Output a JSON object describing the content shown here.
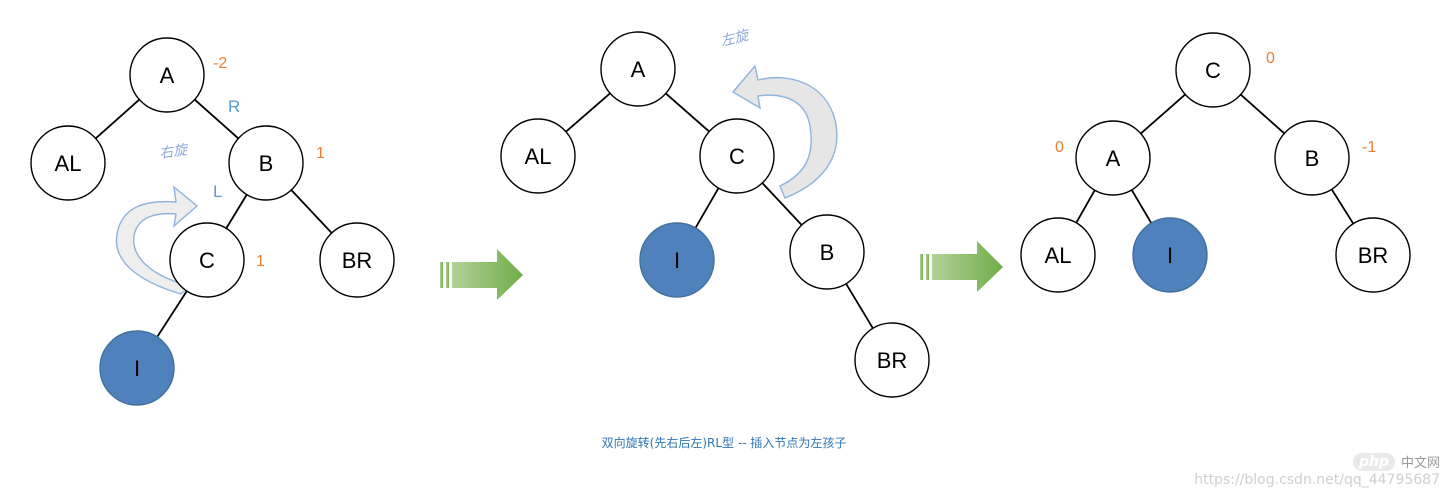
{
  "colors": {
    "node_fill": "#ffffff",
    "inserted_fill": "#4f81bd",
    "edge": "#000000",
    "balance_factor": "#ed7d31",
    "direction": "#5b9bd5",
    "rotation_label": "#8ea9db",
    "curved_arrow_stroke": "#5b9bd5",
    "curved_arrow_fill": "#eeeeee",
    "step_arrow": "#70ad47",
    "caption": "#2e75b6"
  },
  "panels": [
    {
      "nodes": [
        {
          "id": "A",
          "label": "A",
          "inserted": false
        },
        {
          "id": "AL",
          "label": "AL",
          "inserted": false
        },
        {
          "id": "B",
          "label": "B",
          "inserted": false
        },
        {
          "id": "C",
          "label": "C",
          "inserted": false
        },
        {
          "id": "BR",
          "label": "BR",
          "inserted": false
        },
        {
          "id": "I",
          "label": "I",
          "inserted": true
        }
      ],
      "edges": [
        [
          "A",
          "AL"
        ],
        [
          "A",
          "B"
        ],
        [
          "B",
          "C"
        ],
        [
          "B",
          "BR"
        ],
        [
          "C",
          "I"
        ]
      ],
      "balance_factors": [
        {
          "node": "A",
          "value": "-2"
        },
        {
          "node": "B",
          "value": "1"
        },
        {
          "node": "C",
          "value": "1"
        }
      ],
      "direction_labels": [
        {
          "text": "R",
          "edge": [
            "A",
            "B"
          ]
        },
        {
          "text": "L",
          "edge": [
            "B",
            "C"
          ]
        }
      ],
      "rotation_label": "右旋"
    },
    {
      "nodes": [
        {
          "id": "A",
          "label": "A",
          "inserted": false
        },
        {
          "id": "AL",
          "label": "AL",
          "inserted": false
        },
        {
          "id": "C",
          "label": "C",
          "inserted": false
        },
        {
          "id": "I",
          "label": "I",
          "inserted": true
        },
        {
          "id": "B",
          "label": "B",
          "inserted": false
        },
        {
          "id": "BR",
          "label": "BR",
          "inserted": false
        }
      ],
      "edges": [
        [
          "A",
          "AL"
        ],
        [
          "A",
          "C"
        ],
        [
          "C",
          "I"
        ],
        [
          "C",
          "B"
        ],
        [
          "B",
          "BR"
        ]
      ],
      "balance_factors": [],
      "direction_labels": [],
      "rotation_label": "左旋"
    },
    {
      "nodes": [
        {
          "id": "C",
          "label": "C",
          "inserted": false
        },
        {
          "id": "A",
          "label": "A",
          "inserted": false
        },
        {
          "id": "B",
          "label": "B",
          "inserted": false
        },
        {
          "id": "AL",
          "label": "AL",
          "inserted": false
        },
        {
          "id": "I",
          "label": "I",
          "inserted": true
        },
        {
          "id": "BR",
          "label": "BR",
          "inserted": false
        }
      ],
      "edges": [
        [
          "C",
          "A"
        ],
        [
          "C",
          "B"
        ],
        [
          "A",
          "AL"
        ],
        [
          "A",
          "I"
        ],
        [
          "B",
          "BR"
        ]
      ],
      "balance_factors": [
        {
          "node": "C",
          "value": "0"
        },
        {
          "node": "A",
          "value": "0"
        },
        {
          "node": "B",
          "value": "-1"
        }
      ],
      "direction_labels": [],
      "rotation_label": ""
    }
  ],
  "caption": "双向旋转(先右后左)RL型 -- 插入节点为左孩子",
  "watermark": {
    "logo": "php",
    "site": "中文网",
    "url": "https://blog.csdn.net/qq_44795687"
  }
}
